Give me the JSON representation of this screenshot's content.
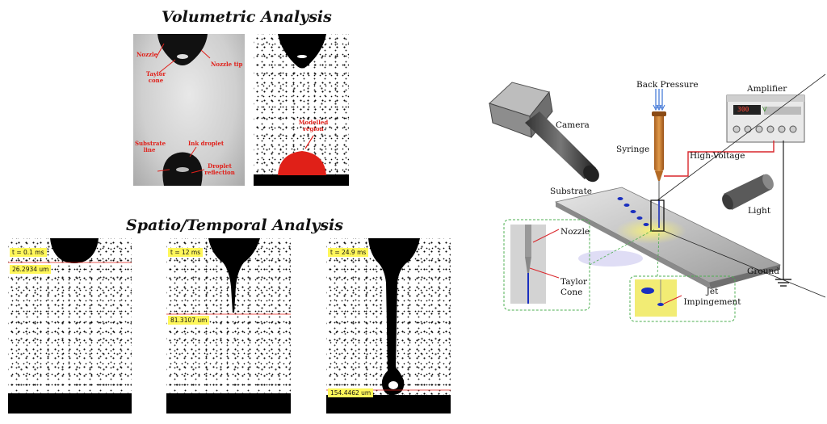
{
  "volumetric": {
    "title": "Volumetric Analysis",
    "labels": {
      "nozzle": "Nozzle",
      "nozzle_tip": "Nozzle tip",
      "taylor_cone": "Taylor cone",
      "substrate_line": "Substrate line",
      "ink_droplet": "Ink droplet",
      "droplet_reflection": "Droplet reflection",
      "modelled_region": "Modelled region"
    }
  },
  "spatio_temporal": {
    "title": "Spatio/Temporal Analysis",
    "frames": [
      {
        "time": "t = 0.1 ms",
        "measure": "26.2934 um"
      },
      {
        "time": "t = 12 ms",
        "measure": "81.3107 um"
      },
      {
        "time": "t = 24.9 ms",
        "measure": "154.4462 um"
      }
    ]
  },
  "setup": {
    "camera": "Camera",
    "back_pressure": "Back Pressure",
    "syringe": "Syringe",
    "amplifier": "Amplifier",
    "amplifier_display": "300",
    "amplifier_unit": "V",
    "high_voltage": "High-Voltage",
    "substrate": "Substrate",
    "light": "Light",
    "nozzle": "Nozzle",
    "taylor_cone": "Taylor Cone",
    "ground": "Ground",
    "jet_impingement": "Jet Impingement"
  },
  "colors": {
    "annotation_red": "#e0201a",
    "label_yellow": "#fff75a",
    "wire_red": "#d9262b",
    "syringe_orange": "#c8782b",
    "jet_blue": "#1a2fbf"
  }
}
